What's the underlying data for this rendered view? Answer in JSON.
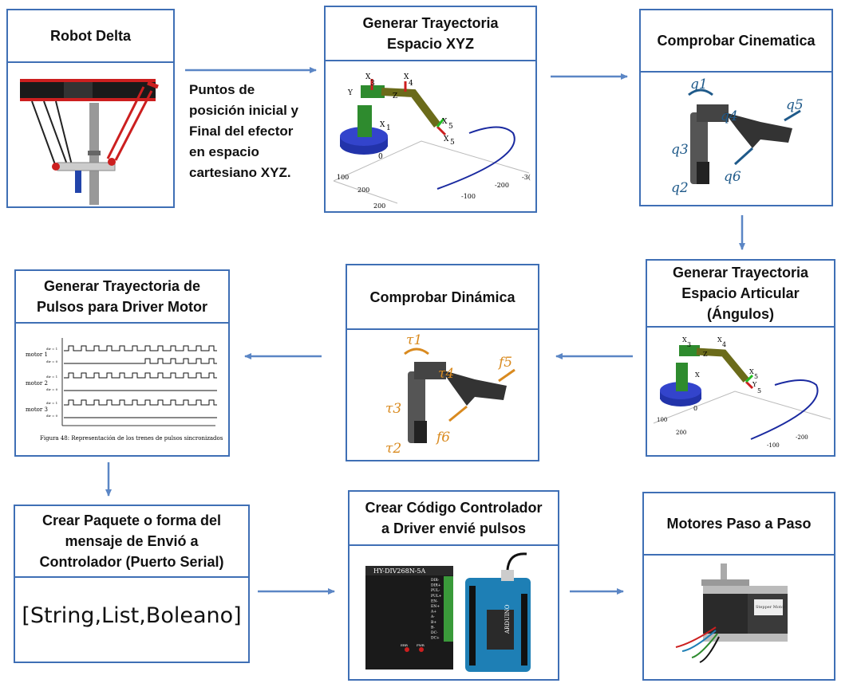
{
  "steps": {
    "robot_delta": {
      "title": "Robot Delta"
    },
    "generar_xyz": {
      "title": "Generar Trayectoria\nEspacio XYZ",
      "plot_ticks": [
        "100",
        "200",
        "-100",
        "-200",
        "-3(",
        "200"
      ],
      "frame_labels": [
        "X",
        "3",
        "X",
        "4",
        "X",
        "5",
        "X",
        "5",
        "X",
        "1",
        "0",
        "Z",
        "Y"
      ]
    },
    "comprobar_cinematica": {
      "title": "Comprobar Cinematica",
      "labels": [
        "q1",
        "q2",
        "q3",
        "q4",
        "q5",
        "q6"
      ]
    },
    "generar_articular": {
      "title": "Generar Trayectoria\nEspacio Articular\n(Ángulos)",
      "plot_ticks": [
        "100",
        "200",
        "-100",
        "-200"
      ],
      "frame_labels": [
        "X",
        "3",
        "X",
        "4",
        "X",
        "5",
        "Y",
        "5",
        "X",
        "0",
        "Z"
      ]
    },
    "comprobar_dinamica": {
      "title": "Comprobar Dinámica",
      "labels": [
        "τ1",
        "τ2",
        "τ3",
        "τ4",
        "f5",
        "f6"
      ]
    },
    "generar_pulsos": {
      "title": "Generar Trayectoria de\nPulsos para Driver Motor",
      "motor_labels": [
        "motor 1",
        "motor 2",
        "motor 3"
      ],
      "channel_labels": [
        "dir = 1",
        "dir = 0",
        "dir = 1",
        "dir = 0",
        "dir = 1",
        "dir = 0"
      ],
      "caption": "Figura 48: Representación de los trenes de pulsos sincronizados"
    },
    "crear_paquete": {
      "title": "Crear Paquete o forma del\nmensaje de Envió a\nControlador (Puerto Serial)",
      "content": "[String,List,Boleano]"
    },
    "crear_codigo": {
      "title": "Crear Código Controlador\na Driver envié pulsos",
      "driver_model": "HY-DIV268N-5A",
      "driver_pins": [
        "DIR-",
        "DIR+",
        "PUL-",
        "PUL+",
        "EN-",
        "EN+",
        "A+",
        "A-",
        "B+",
        "B-",
        "DC-",
        "DC+"
      ],
      "driver_leds": [
        "ERR",
        "PWR"
      ],
      "arduino_brand": "ARDUINO"
    },
    "motores": {
      "title": "Motores Paso a Paso",
      "motor_label": "Stepper Motor"
    }
  },
  "connector_text": "Puntos de\nposición inicial y\nFinal del efector\nen espacio\ncartesiano XYZ.",
  "colors": {
    "border": "#3f6fb5",
    "arrow": "#5b86c5",
    "robot_red": "#cc1f1f",
    "robot_green": "#2e8b2e",
    "robot_blue": "#2233aa",
    "trajectory": "#1a2aa0",
    "kinematics_blue": "#1f5a8a",
    "dynamics_orange": "#d98a1f",
    "driver_black": "#1a1a1a",
    "arduino_blue": "#1e7fb5"
  }
}
